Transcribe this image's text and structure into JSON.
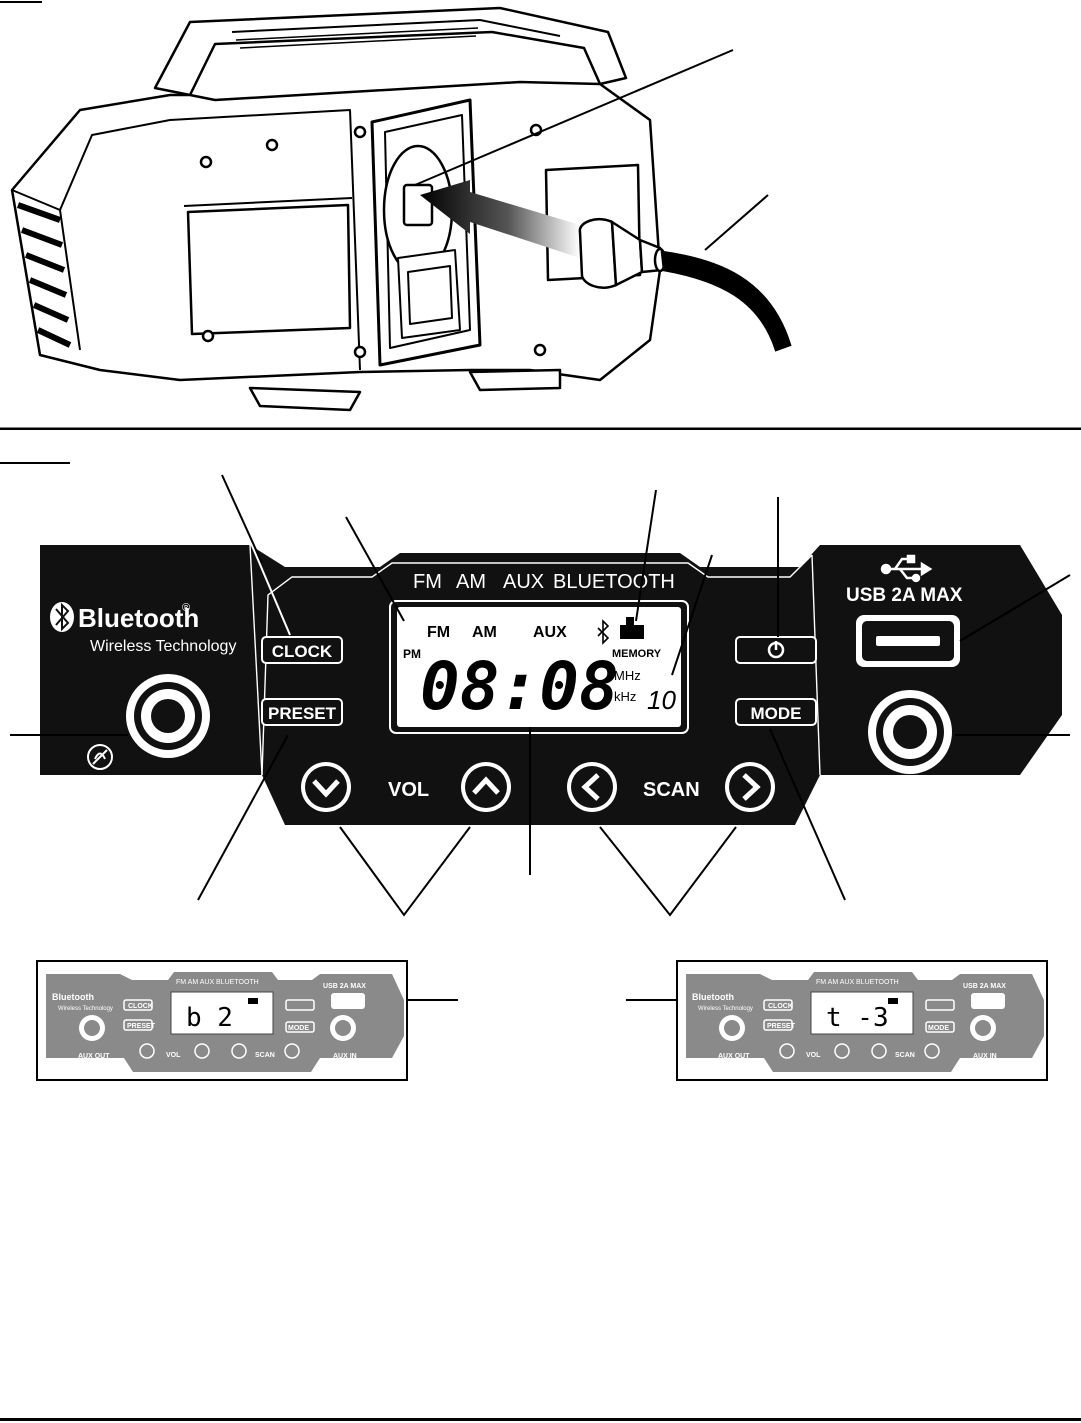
{
  "colors": {
    "panel": "#111111",
    "lcd": "#ffffff",
    "line": "#000000"
  },
  "panel": {
    "modes": {
      "fm": "FM",
      "am": "AM",
      "aux": "AUX",
      "bluetooth": "BLUETOOTH"
    },
    "brand": {
      "name": "Bluetooth",
      "reg": "®",
      "tagline": "Wireless Technology"
    },
    "buttons": {
      "clock": "CLOCK",
      "preset": "PRESET",
      "mode": "MODE",
      "vol": "VOL",
      "scan": "SCAN"
    },
    "ports": {
      "aux_out": "AUX OUT",
      "aux_in": "AUX IN",
      "usb": "USB 2A MAX"
    },
    "lcd": {
      "fm": "FM",
      "am": "AM",
      "aux": "AUX",
      "pm": "PM",
      "time": "08:08",
      "memory": "MEMORY",
      "mhz": "MHz",
      "khz": "kHz",
      "preset_num": "10"
    },
    "icons": [
      "bluetooth-icon",
      "usb-icon",
      "power-icon",
      "no-headphones-icon",
      "chevron-down-icon",
      "chevron-up-icon",
      "chevron-left-icon",
      "chevron-right-icon",
      "memory-icon"
    ]
  },
  "mini_left": {
    "modes": "FM  AM  AUX  BLUETOOTH",
    "brand": "Bluetooth",
    "tagline": "Wireless Technology",
    "clock": "CLOCK",
    "preset": "PRESET",
    "mode": "MODE",
    "vol": "VOL",
    "scan": "SCAN",
    "aux_out": "AUX OUT",
    "aux_in": "AUX IN",
    "usb": "USB 2A MAX",
    "lcd": "b  2"
  },
  "mini_right": {
    "modes": "FM  AM  AUX  BLUETOOTH",
    "brand": "Bluetooth",
    "tagline": "Wireless Technology",
    "clock": "CLOCK",
    "preset": "PRESET",
    "mode": "MODE",
    "vol": "VOL",
    "scan": "SCAN",
    "aux_out": "AUX OUT",
    "aux_in": "AUX IN",
    "usb": "USB 2A MAX",
    "lcd": "t -3"
  }
}
